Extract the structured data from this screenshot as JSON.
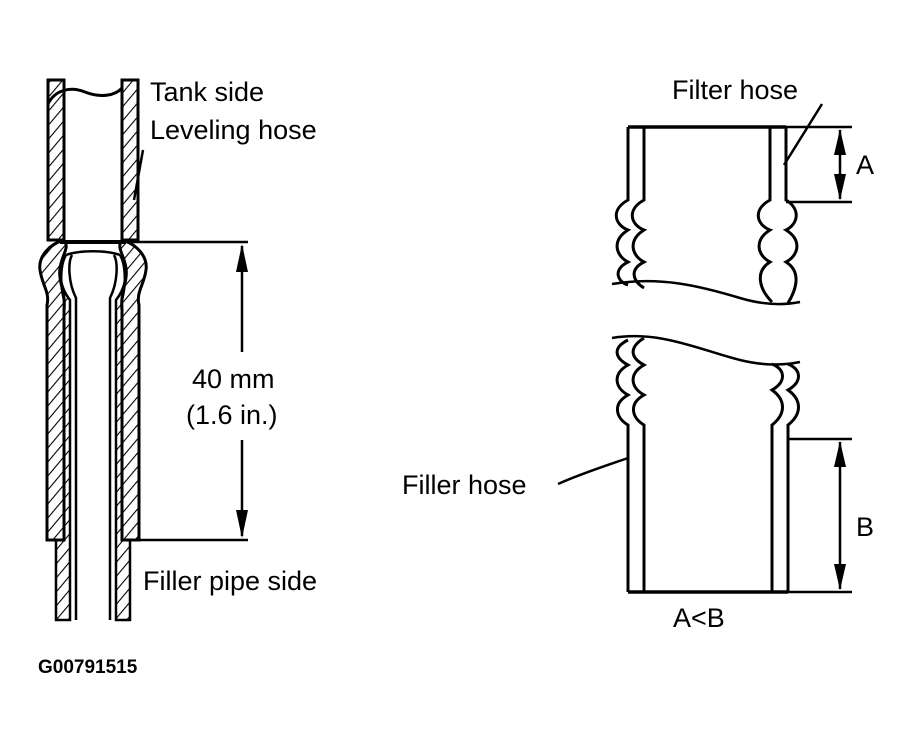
{
  "left_figure": {
    "tank_side": "Tank side",
    "leveling_hose": "Leveling hose",
    "dimension_mm": "40 mm",
    "dimension_in": "(1.6 in.)",
    "filler_pipe_side": "Filler pipe side"
  },
  "right_figure": {
    "filter_hose": "Filter hose",
    "filler_hose": "Filler hose",
    "dim_a": "A",
    "dim_b": "B",
    "relation": "A<B"
  },
  "figure_code": "G00791515"
}
